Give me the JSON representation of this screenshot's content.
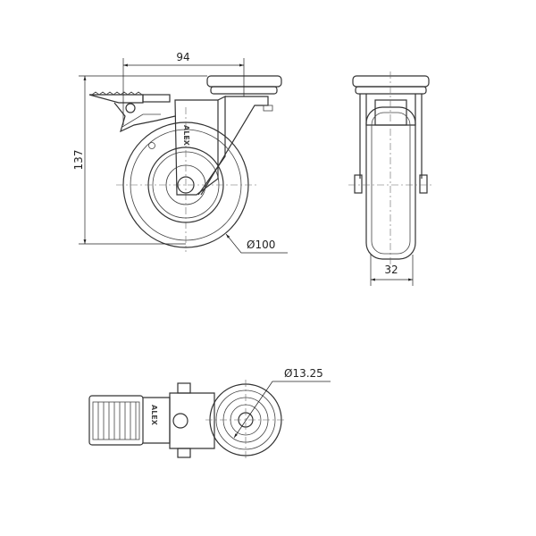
{
  "dimensions": {
    "width_offset": "94",
    "height": "137",
    "wheel_diameter": "Ø100",
    "wheel_width": "32",
    "bolt_hole": "Ø13.25"
  },
  "brand_mark": "ALEX"
}
